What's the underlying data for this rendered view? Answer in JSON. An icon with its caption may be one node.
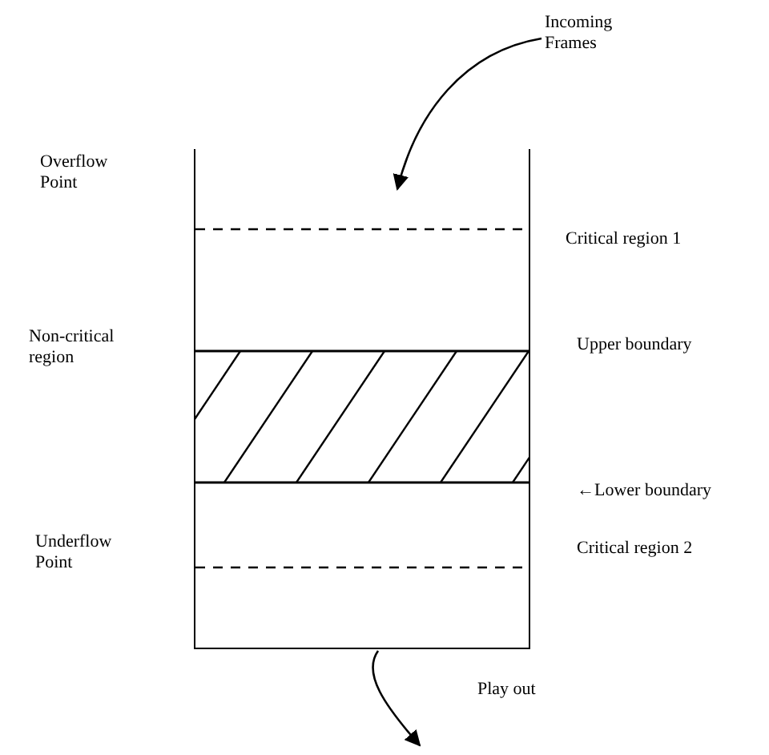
{
  "diagram": {
    "nodes": [
      {
        "text": [
          "Incoming Frames"
        ]
      },
      {
        "text": [],
        "shape": "box"
      },
      {
        "text": [
          "Play out"
        ]
      }
    ],
    "edges": [
      {
        "from": 0,
        "to": 1,
        "arrow": "to"
      },
      {
        "from": 1,
        "to": 2,
        "arrow": "to"
      }
    ],
    "labels": [
      "Overflow Point",
      "Critical region 1",
      "Non-critical region",
      "Upper boundary",
      "←Lower boundary",
      "Underflow Point",
      "Critical region 2"
    ]
  }
}
